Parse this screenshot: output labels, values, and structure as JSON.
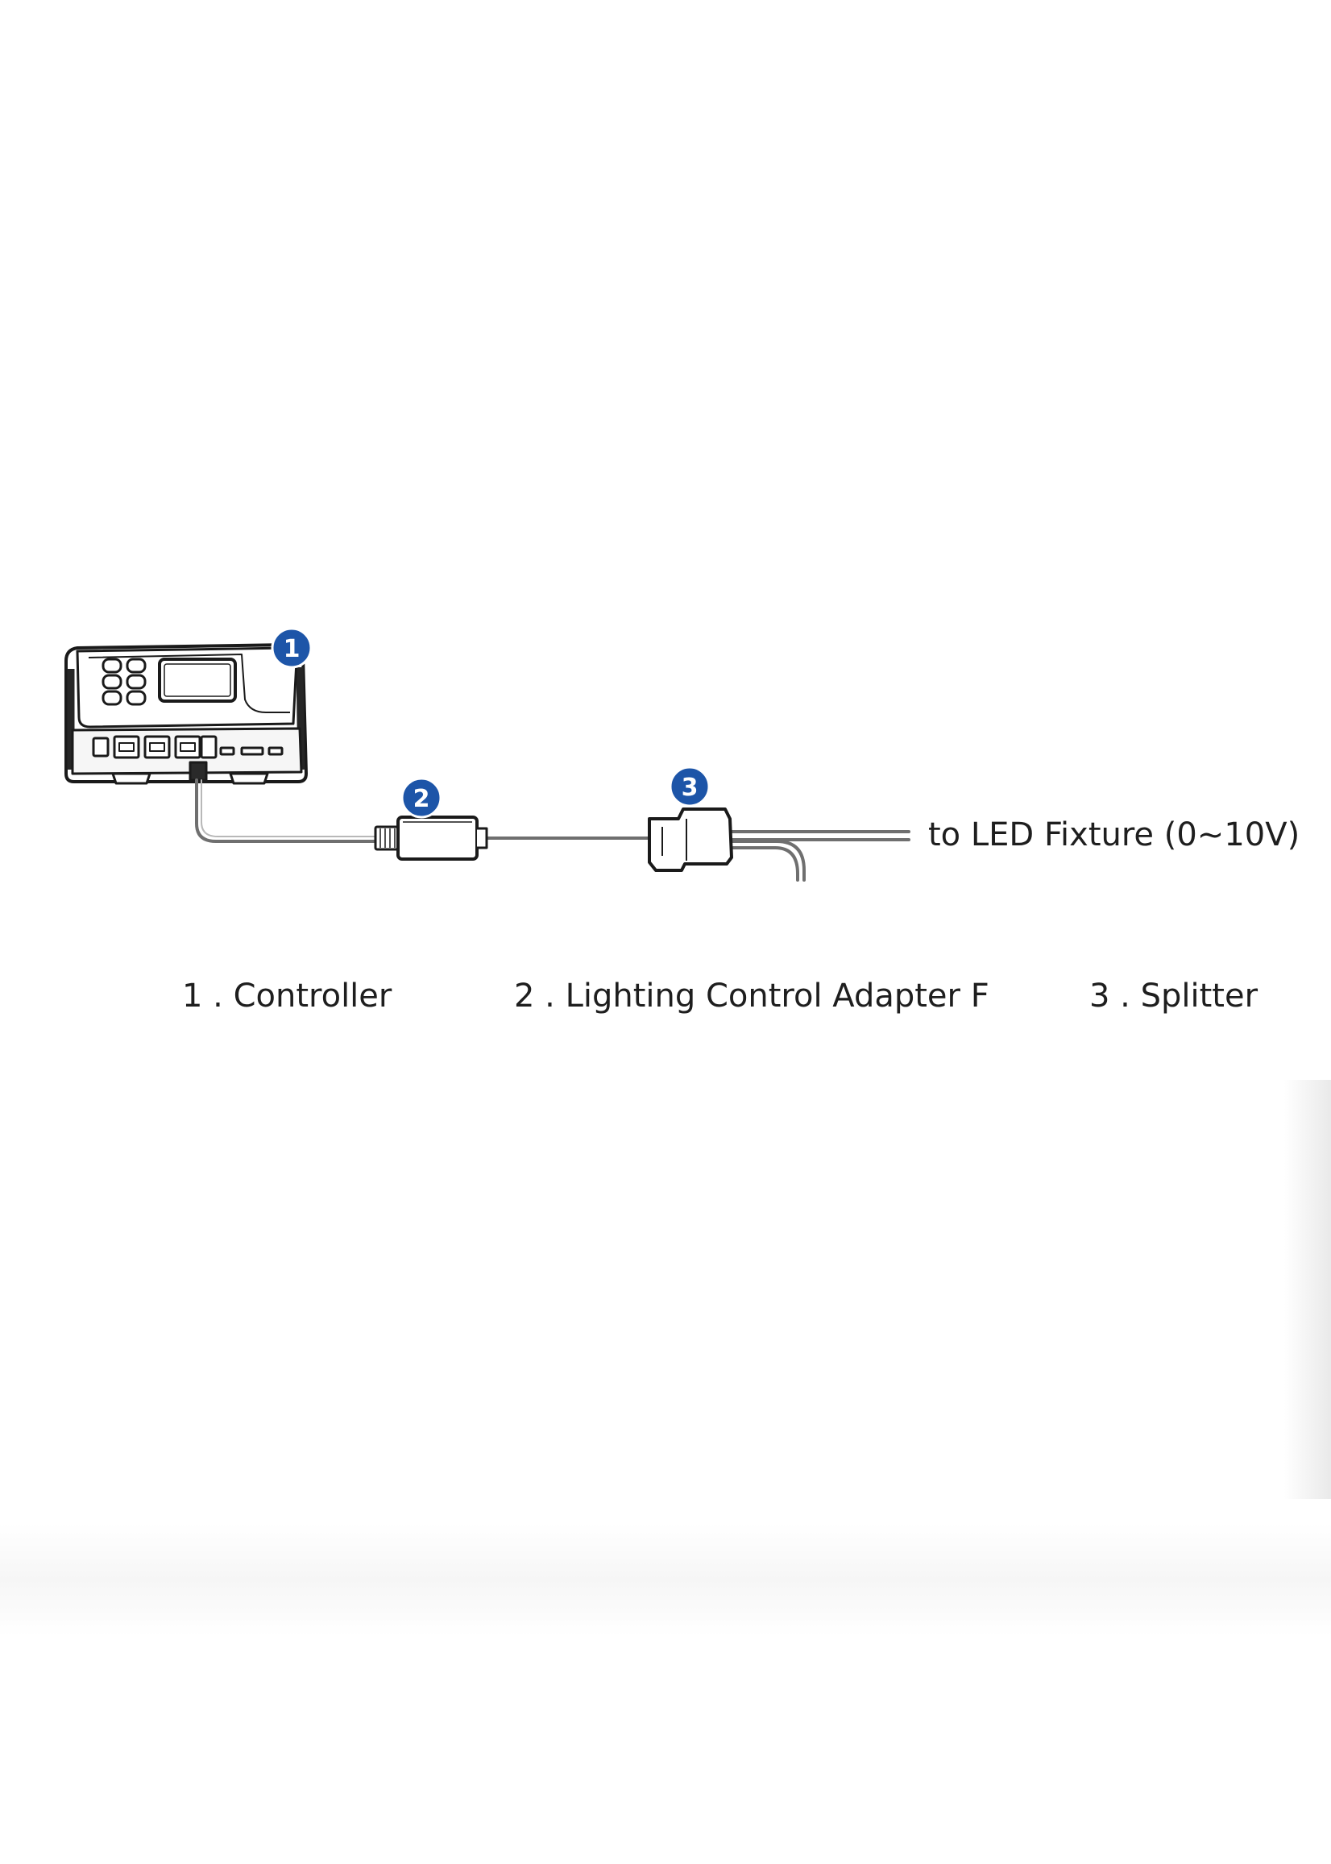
{
  "badges": {
    "b1": "1",
    "b2": "2",
    "b3": "3"
  },
  "output_label": "to LED Fixture (0~10V)",
  "legend": {
    "item1": "1 . Controller",
    "item2": "2 . Lighting Control Adapter F",
    "item3": "3 . Splitter"
  },
  "colors": {
    "badge": "#1d55a8",
    "line": "#1a1a1a",
    "cable": "#6f6f6f"
  }
}
